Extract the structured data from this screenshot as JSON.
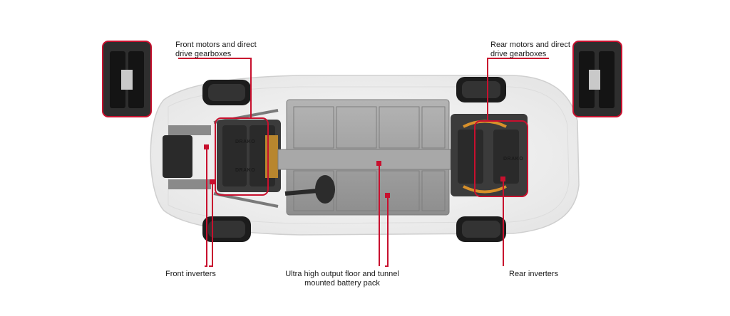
{
  "labels": {
    "front_motors": "Front motors and direct\ndrive gearboxes",
    "rear_motors": "Rear motors and direct\ndrive gearboxes",
    "front_inverters": "Front inverters",
    "battery_pack": "Ultra high output floor and tunnel\nmounted battery pack",
    "rear_inverters": "Rear inverters"
  },
  "motor_logos": [
    "DRAKO",
    "DRAKO",
    "DRAKO"
  ],
  "colors": {
    "accent": "#c8102e",
    "battery": "#9a9a9a",
    "body": "#f3f3f3",
    "tire": "#1c1c1c"
  }
}
